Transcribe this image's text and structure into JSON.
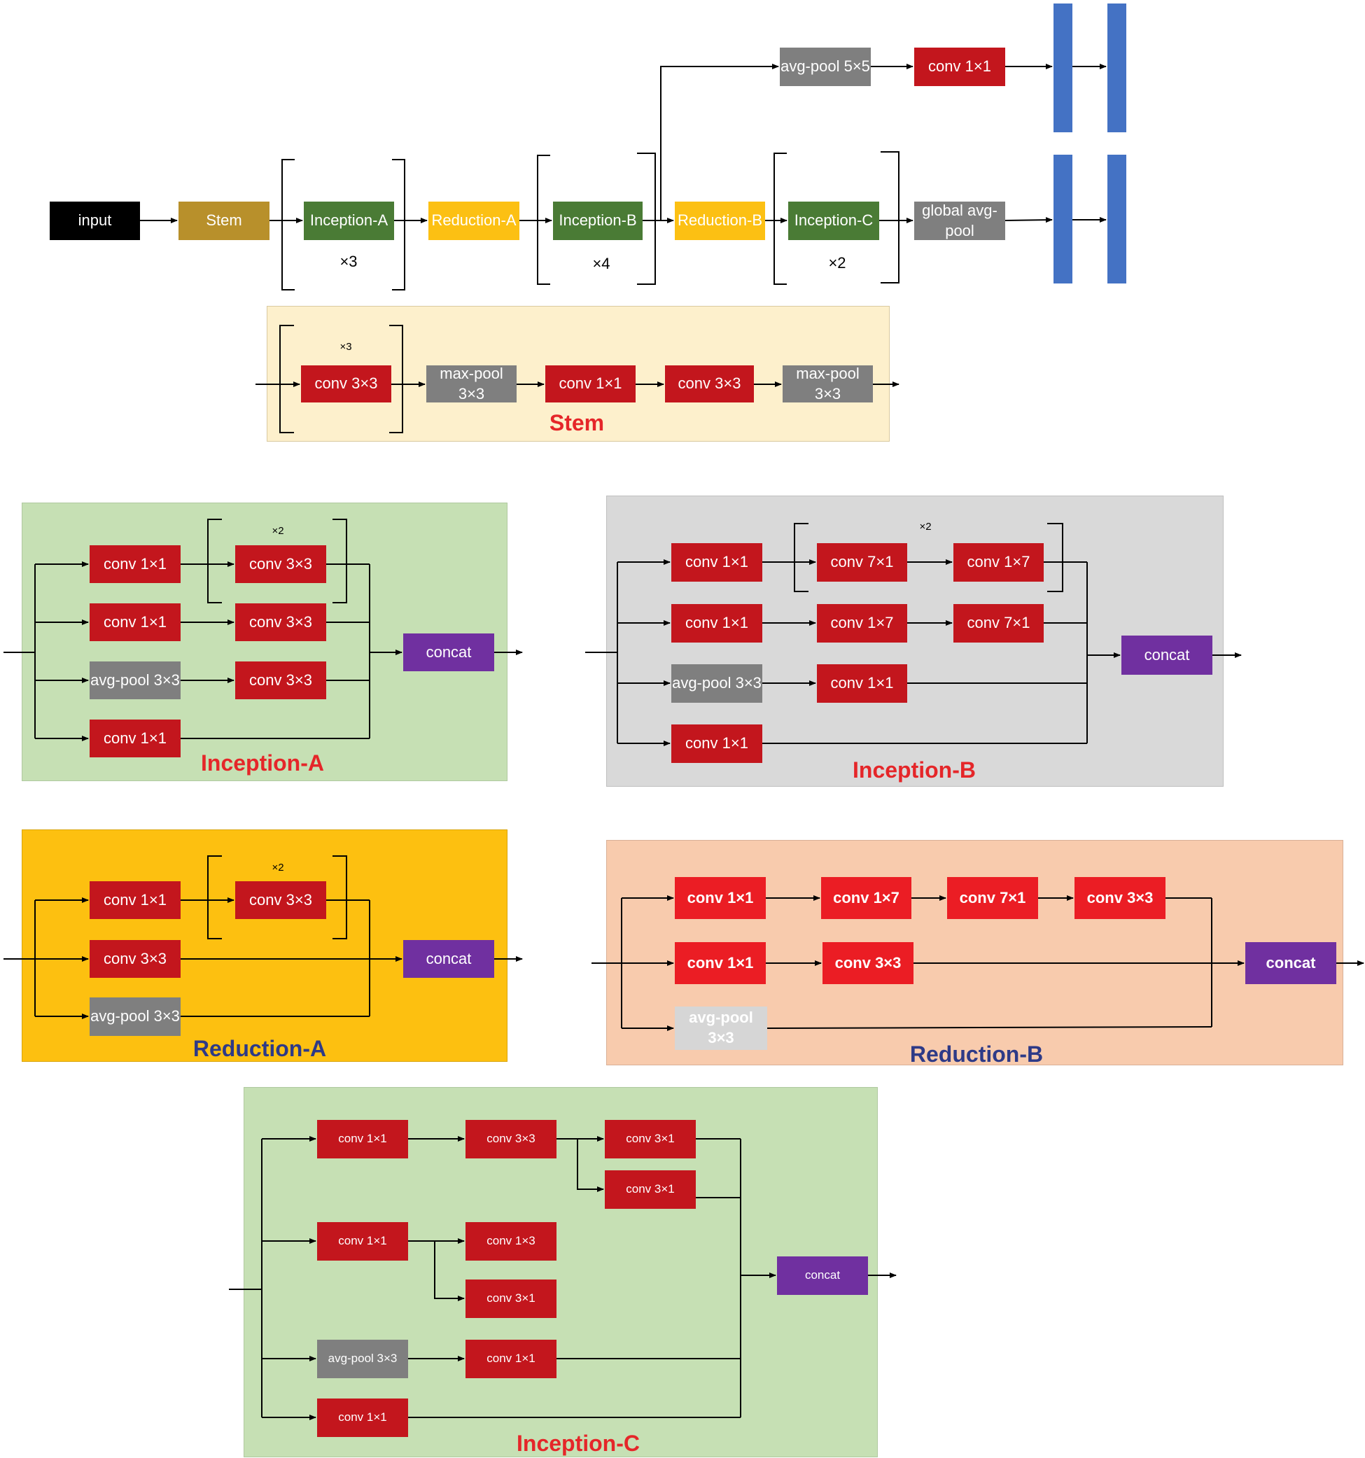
{
  "colors": {
    "input": "#000000",
    "stem": "#b8902b",
    "inception": "#4a7b35",
    "reduction": "#fcc013",
    "conv": "#c3161d",
    "conv_bright": "#eb1d24",
    "pool": "#7f7f7f",
    "pool_light": "#d6d6d6",
    "concat": "#7030a0",
    "fc": "#4472c4",
    "panel_stem": "#fdf0cc",
    "panel_green": "#c6e0b4",
    "panel_gray": "#d9d9d9",
    "panel_orange": "#fdc010",
    "panel_peach": "#f8cbad",
    "title_red": "#e52629",
    "title_navy": "#2e3a87"
  },
  "top": {
    "input": "input",
    "stem": "Stem",
    "inception_a": "Inception-A",
    "reduction_a": "Reduction-A",
    "inception_b": "Inception-B",
    "reduction_b": "Reduction-B",
    "inception_c": "Inception-C",
    "global_avg_pool": "global avg-pool",
    "avg_pool_5x5": "avg-pool 5×5",
    "conv_1x1": "conv 1×1",
    "repeat_a": "×3",
    "repeat_b": "×4",
    "repeat_c": "×2"
  },
  "stem": {
    "title": "Stem",
    "repeat": "×3",
    "blocks": [
      "conv 3×3",
      "max-pool 3×3",
      "conv 1×1",
      "conv 3×3",
      "max-pool 3×3"
    ]
  },
  "inception_a": {
    "title": "Inception-A",
    "repeat": "×2",
    "blocks": [
      "conv 1×1",
      "conv 3×3",
      "conv 1×1",
      "conv 3×3",
      "avg-pool 3×3",
      "conv 3×3",
      "conv 1×1"
    ],
    "concat": "concat"
  },
  "inception_b": {
    "title": "Inception-B",
    "repeat": "×2",
    "blocks": [
      "conv 1×1",
      "conv 7×1",
      "conv 1×7",
      "conv 1×1",
      "conv 1×7",
      "conv 7×1",
      "avg-pool 3×3",
      "conv 1×1",
      "conv 1×1"
    ],
    "concat": "concat"
  },
  "reduction_a": {
    "title": "Reduction-A",
    "repeat": "×2",
    "blocks": [
      "conv 1×1",
      "conv 3×3",
      "conv 3×3",
      "avg-pool 3×3"
    ],
    "concat": "concat"
  },
  "reduction_b": {
    "title": "Reduction-B",
    "blocks": [
      "conv 1×1",
      "conv 1×7",
      "conv 7×1",
      "conv 3×3",
      "conv 1×1",
      "conv 3×3",
      "avg-pool 3×3"
    ],
    "concat": "concat"
  },
  "inception_c": {
    "title": "Inception-C",
    "blocks": [
      "conv 1×1",
      "conv 3×3",
      "conv 3×1",
      "conv 3×1",
      "conv 1×1",
      "conv 1×3",
      "conv 3×1",
      "avg-pool 3×3",
      "conv 1×1",
      "conv 1×1"
    ],
    "concat": "concat"
  }
}
